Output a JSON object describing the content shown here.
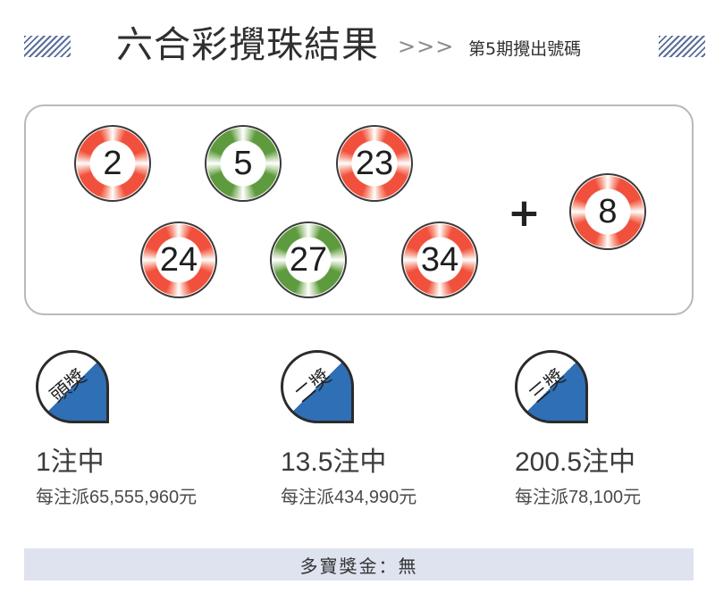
{
  "header": {
    "title": "六合彩攪珠結果",
    "arrows": ">>>",
    "subtitle": "第5期攪出號碼"
  },
  "draw": {
    "balls": [
      {
        "number": "2",
        "color": "red"
      },
      {
        "number": "5",
        "color": "green"
      },
      {
        "number": "23",
        "color": "red"
      },
      {
        "number": "24",
        "color": "red"
      },
      {
        "number": "27",
        "color": "green"
      },
      {
        "number": "34",
        "color": "red"
      }
    ],
    "plus": "+",
    "extra": {
      "number": "8",
      "color": "red"
    }
  },
  "prizes": [
    {
      "badge": "頭獎",
      "winners": "1注中",
      "payout": "每注派65,555,960元"
    },
    {
      "badge": "二獎",
      "winners": "13.5注中",
      "payout": "每注派434,990元"
    },
    {
      "badge": "三獎",
      "winners": "200.5注中",
      "payout": "每注派78,100元"
    }
  ],
  "jackpot": {
    "text": "多寶獎金：無"
  },
  "colors": {
    "red": "#f0503c",
    "green": "#5e9a3e",
    "badge_blue": "#2f6fb6",
    "jackpot_bg": "#dfe3ef"
  }
}
